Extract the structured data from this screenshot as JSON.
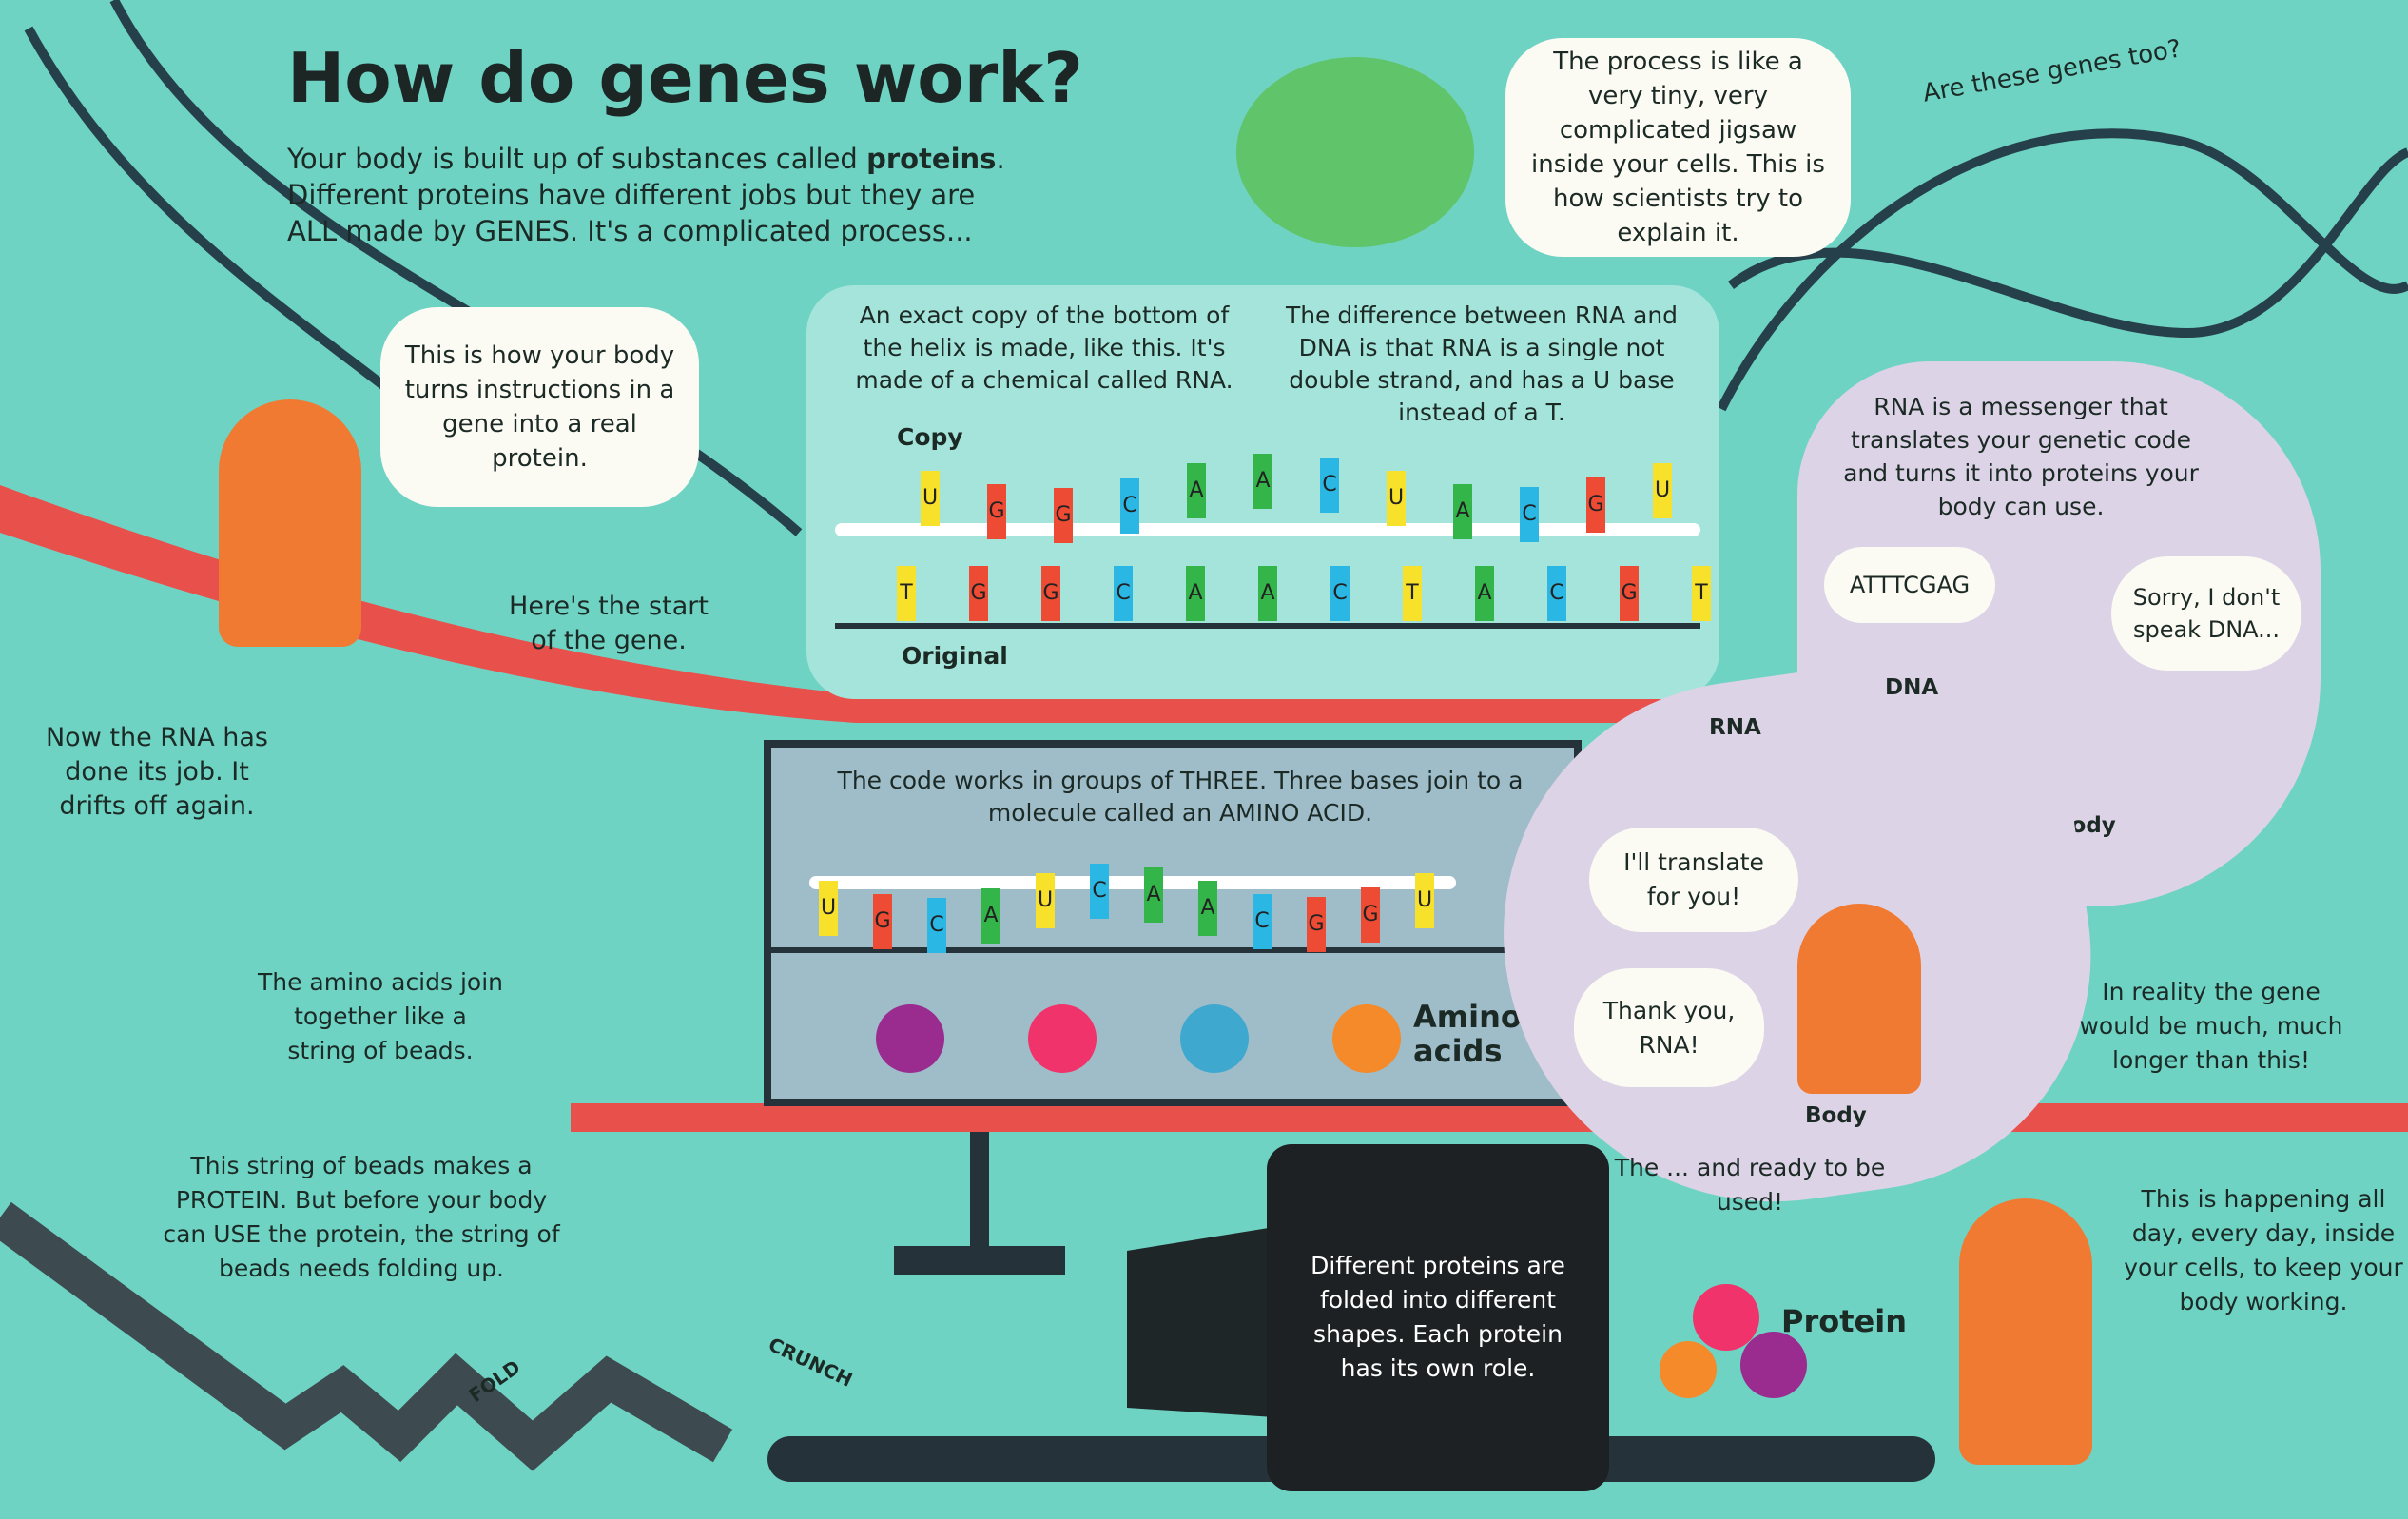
{
  "title": "How do genes work?",
  "intro": {
    "before": "Your body is built up of substances called ",
    "bold": "proteins",
    "after": ". Different proteins have different jobs but they are ALL made by GENES. It's a complicated process..."
  },
  "bubbles": {
    "scientist": "The process is like a very tiny, very complicated jigsaw inside your cells. This is how scientists try to explain it.",
    "how": "This is how your body turns instructions in a gene into a real protein.",
    "atttcgag": "ATTTCGAG",
    "sorry": "Sorry, I don't speak DNA...",
    "translate": "I'll translate for you!",
    "thanks": "Thank you, RNA!"
  },
  "labels": {
    "are_genes": "Are these genes too?",
    "start_gene": "Here's the start of the gene.",
    "copy": "Copy",
    "original": "Original",
    "panel_left": "An exact copy of the bottom of the helix is made, like this. It's made of a chemical called RNA.",
    "panel_right": "The difference between RNA and DNA is that RNA is a single not double strand, and has a U base instead of a T.",
    "rna_done": "Now the RNA has done its job. It drifts off again.",
    "code_groups": "The code works in groups of THREE. Three bases join to a molecule called an AMINO ACID.",
    "amino": "Amino acids",
    "messenger": "RNA is a messenger that translates your genetic code and turns it into proteins your body can use.",
    "dna": "DNA",
    "rna": "RNA",
    "body1": "Body",
    "body2": "Body",
    "reality": "In reality the gene would be much, much longer than this!",
    "join": "The amino acids join together like a string of beads.",
    "string": "This string of beads makes a PROTEIN. But before your body can USE the protein, the string of beads needs folding up.",
    "ready": "The ... and ready to be used!",
    "folded": "Different proteins are folded into different shapes. Each protein has its own role.",
    "protein": "Protein",
    "fold": "FOLD",
    "crunch": "CRUNCH",
    "happening": "This is happening all day, every day, inside your cells, to keep your body working."
  },
  "copy_bases": [
    "U",
    "G",
    "G",
    "C",
    "A",
    "A",
    "C",
    "U",
    "A",
    "C",
    "G",
    "U"
  ],
  "original_bases": [
    "T",
    "G",
    "G",
    "C",
    "A",
    "A",
    "C",
    "T",
    "A",
    "C",
    "G",
    "T"
  ],
  "codon_bases": [
    "U",
    "G",
    "C",
    "A",
    "U",
    "C",
    "A",
    "A",
    "C",
    "G",
    "G",
    "U"
  ],
  "base_colors": {
    "U": "#f7e12a",
    "T": "#f7e12a",
    "G": "#ee4b34",
    "C": "#2bb7e4",
    "A": "#33b54a"
  },
  "amino_colors": [
    "#9a2b8f",
    "#f0336b",
    "#3fa8cf",
    "#f58a2a"
  ]
}
